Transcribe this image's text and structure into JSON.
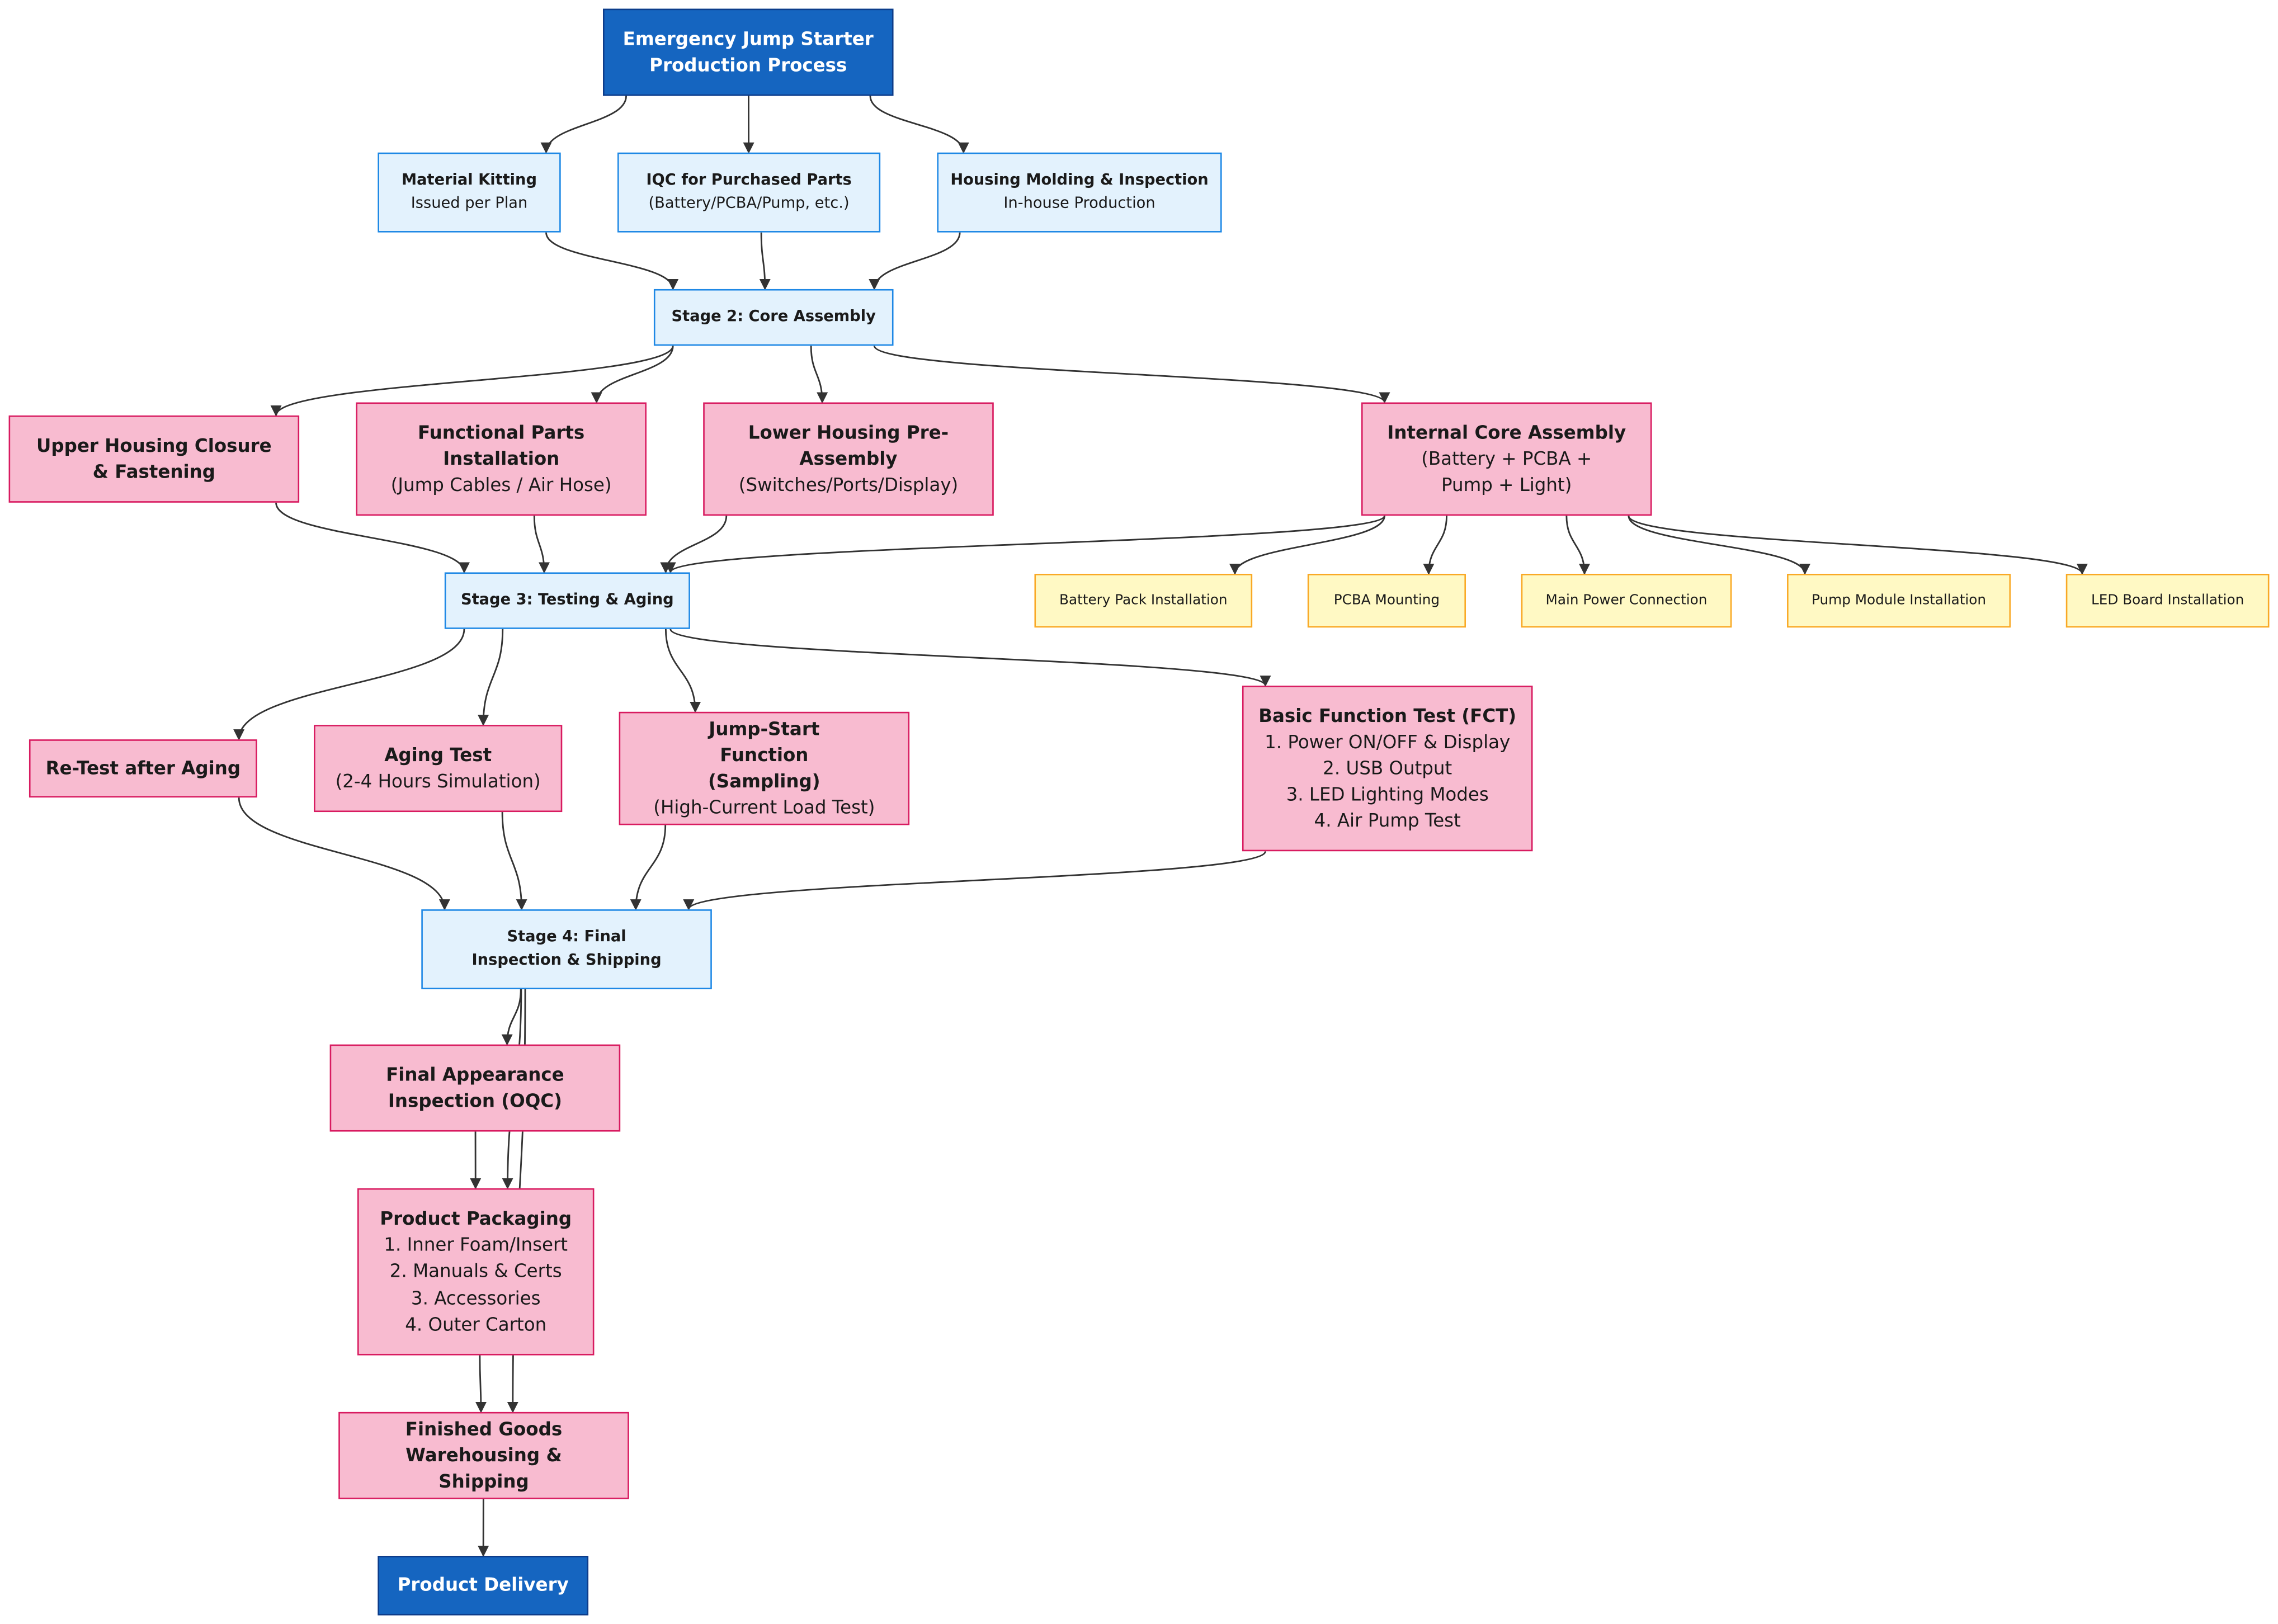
{
  "nodes": {
    "start": {
      "lines": [
        "Emergency Jump Starter",
        "Production Process"
      ]
    },
    "kitting": {
      "title": "Material Kitting",
      "sub": "Issued per Plan"
    },
    "iqc": {
      "title": "IQC for Purchased Parts",
      "sub": "(Battery/PCBA/Pump, etc.)"
    },
    "housing": {
      "title": "Housing Molding & Inspection",
      "sub": "In-house Production"
    },
    "stage2": {
      "title": "Stage 2: Core Assembly"
    },
    "upper": {
      "title": "Upper Housing Closure & Fastening"
    },
    "functional": {
      "title": "Functional Parts Installation",
      "sub": "(Jump Cables / Air Hose)"
    },
    "lower": {
      "title": "Lower Housing Pre-Assembly",
      "sub": "(Switches/Ports/Display)"
    },
    "internal": {
      "title": "Internal Core Assembly",
      "sub": "(Battery + PCBA + Pump + Light)"
    },
    "battery": {
      "title": "Battery Pack Installation"
    },
    "pcba": {
      "title": "PCBA Mounting"
    },
    "mainpower": {
      "title": "Main Power Connection"
    },
    "pump": {
      "title": "Pump Module Installation"
    },
    "led": {
      "title": "LED Board Installation"
    },
    "stage3": {
      "title": "Stage 3: Testing & Aging"
    },
    "retest": {
      "title": "Re-Test after Aging"
    },
    "aging": {
      "title": "Aging Test",
      "sub": "(2-4 Hours Simulation)"
    },
    "jumpstart": {
      "title": "Jump-Start Function (Sampling)",
      "sub": "(High-Current Load Test)"
    },
    "fct": {
      "title": "Basic Function Test (FCT)",
      "items": [
        "1. Power ON/OFF & Display",
        "2. USB Output",
        "3. LED Lighting Modes",
        "4. Air Pump Test"
      ]
    },
    "stage4": {
      "title": "Stage 4: Final Inspection & Shipping"
    },
    "oqc": {
      "title": "Final Appearance Inspection (OQC)"
    },
    "packaging": {
      "title": "Product Packaging",
      "items": [
        "1. Inner Foam/Insert",
        "2. Manuals & Certs",
        "3. Accessories",
        "4. Outer Carton"
      ]
    },
    "warehouse": {
      "title": "Finished Goods Warehousing & Shipping"
    },
    "delivery": {
      "title": "Product Delivery"
    }
  },
  "colors": {
    "start_fill": "#1565c0",
    "stage_fill": "#e3f2fd",
    "stage_border": "#1e88e5",
    "step_fill": "#f8bbd0",
    "step_border": "#d81b60",
    "substep_fill": "#fff9c4",
    "substep_border": "#f9a825",
    "edge": "#333333"
  },
  "edges": [
    [
      "start",
      "kitting"
    ],
    [
      "start",
      "iqc"
    ],
    [
      "start",
      "housing"
    ],
    [
      "kitting",
      "stage2"
    ],
    [
      "iqc",
      "stage2"
    ],
    [
      "housing",
      "stage2"
    ],
    [
      "stage2",
      "upper"
    ],
    [
      "stage2",
      "functional"
    ],
    [
      "stage2",
      "lower"
    ],
    [
      "stage2",
      "internal"
    ],
    [
      "internal",
      "battery"
    ],
    [
      "internal",
      "pcba"
    ],
    [
      "internal",
      "mainpower"
    ],
    [
      "internal",
      "pump"
    ],
    [
      "internal",
      "led"
    ],
    [
      "upper",
      "stage3"
    ],
    [
      "functional",
      "stage3"
    ],
    [
      "lower",
      "stage3"
    ],
    [
      "internal",
      "stage3"
    ],
    [
      "stage3",
      "retest"
    ],
    [
      "stage3",
      "aging"
    ],
    [
      "stage3",
      "jumpstart"
    ],
    [
      "stage3",
      "fct"
    ],
    [
      "retest",
      "stage4"
    ],
    [
      "aging",
      "stage4"
    ],
    [
      "jumpstart",
      "stage4"
    ],
    [
      "fct",
      "stage4"
    ],
    [
      "stage4",
      "oqc"
    ],
    [
      "stage4",
      "packaging"
    ],
    [
      "stage4",
      "warehouse"
    ],
    [
      "oqc",
      "packaging"
    ],
    [
      "packaging",
      "warehouse"
    ],
    [
      "warehouse",
      "delivery"
    ]
  ]
}
